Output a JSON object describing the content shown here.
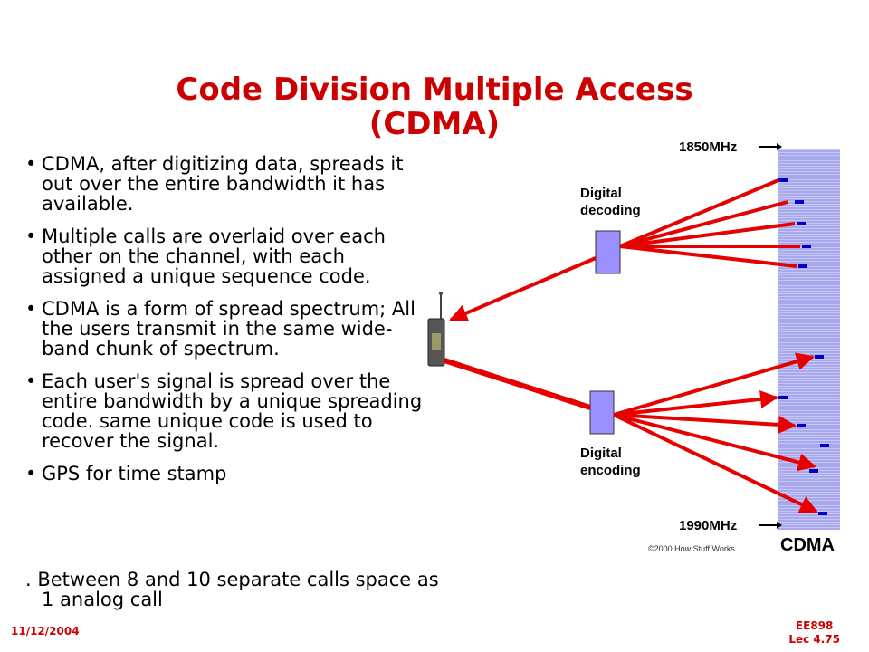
{
  "slide": {
    "title_line1": "Code Division Multiple Access",
    "title_line2": "(CDMA)",
    "bullets": [
      "CDMA, after digitizing data, spreads it out over the entire bandwidth it has available.",
      "Multiple calls are overlaid over each other on the channel, with each assigned a unique sequence code.",
      "CDMA is a form of spread spectrum; All the users transmit in the same wide-band chunk of spectrum.",
      "Each user's signal is spread over the entire bandwidth by a unique spreading code. same unique code is used to recover the signal.",
      "GPS for time stamp"
    ],
    "bullet_mark": "•",
    "last_line": ". Between 8 and 10 separate calls space as 1 analog call",
    "footer_date": "11/12/2004",
    "footer_course": "EE898",
    "footer_lecture": "Lec 4.75"
  },
  "figure": {
    "top_freq": "1850MHz",
    "bottom_freq": "1990MHz",
    "decoding_label_line1": "Digital",
    "decoding_label_line2": "decoding",
    "encoding_label_line1": "Digital",
    "encoding_label_line2": "encoding",
    "copyright": "©2000 How Stuff Works",
    "band_label": "CDMA",
    "colors": {
      "arrow": "#e60000",
      "box": "#9c8fff",
      "band": "#a8a8ec",
      "tick": "#0000cc",
      "title": "#cc0000"
    }
  }
}
